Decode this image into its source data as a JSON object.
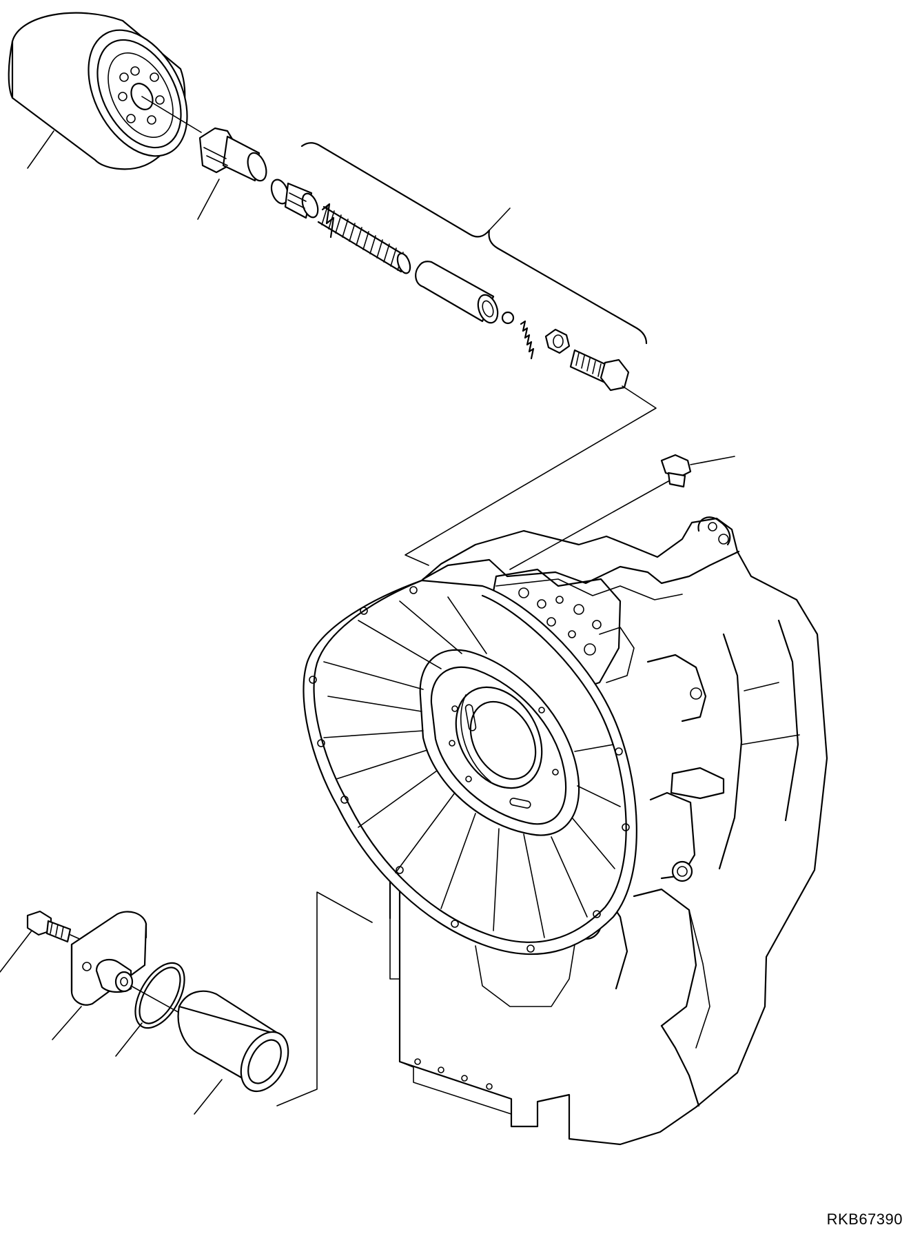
{
  "drawing": {
    "code": "RKB67390"
  },
  "parts": [
    {
      "name": "oil-filter-cartridge"
    },
    {
      "name": "filter-adapter-nipple"
    },
    {
      "name": "relief-valve-assembly"
    },
    {
      "name": "plug"
    },
    {
      "name": "mounting-bolt"
    },
    {
      "name": "cover-plate"
    },
    {
      "name": "o-ring"
    },
    {
      "name": "sleeve"
    },
    {
      "name": "transmission-case"
    }
  ]
}
